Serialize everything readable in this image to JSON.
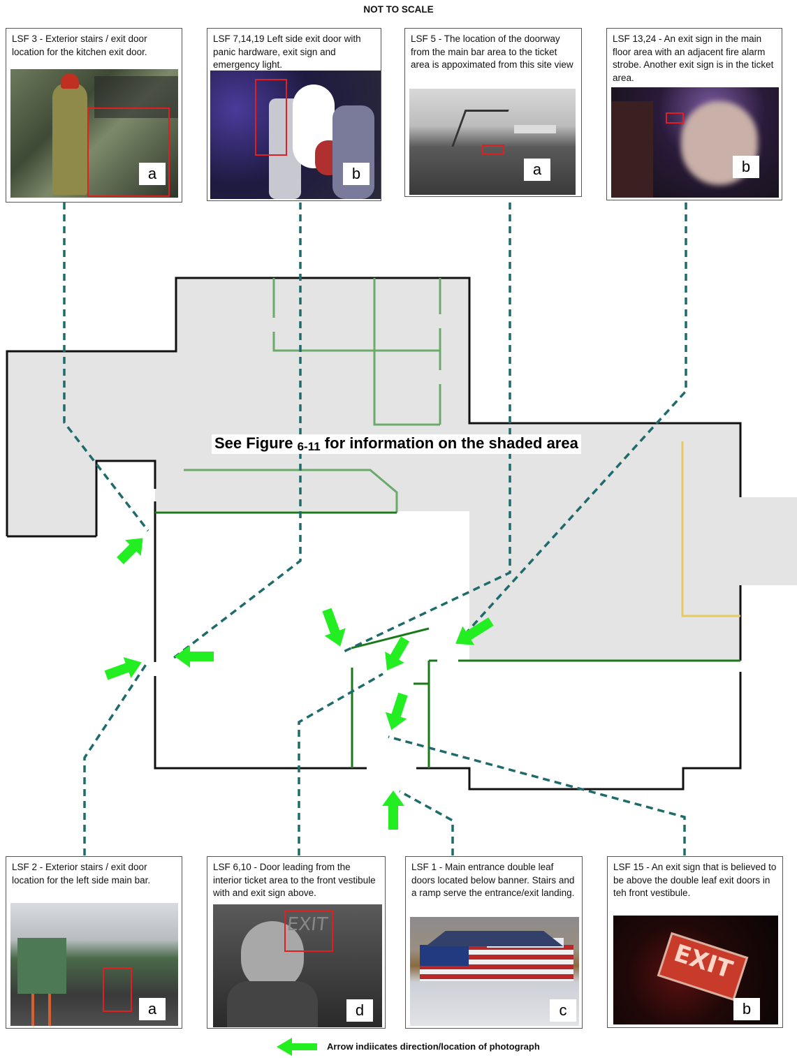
{
  "title": "NOT TO SCALE",
  "banner": {
    "prefix": "See Figure ",
    "figure_number": "6-11",
    "suffix": "  for information on the shaded area"
  },
  "legend": {
    "text": "Arrow indiicates direction/location of photograph"
  },
  "colors": {
    "arrow": "#22ee22",
    "leader": "#1f6b6b",
    "shade": "#e4e4e4",
    "wall": "#111111",
    "partition_dark": "#1a7a1a",
    "partition_light": "#6aaa6a",
    "partition_yellow": "#e8c860",
    "photo_box": "#e02020"
  },
  "cards": [
    {
      "id": "lsf3",
      "caption": "LSF 3 - Exterior stairs / exit door location for the kitchen exit door.",
      "letter": "a",
      "scene": "kitchen-exit-photo"
    },
    {
      "id": "lsf7",
      "caption": "LSF 7,14,19 Left side exit door with panic hardware, exit sign and emergency light.",
      "letter": "b",
      "scene": "left-exit-door-photo"
    },
    {
      "id": "lsf5",
      "caption": "LSF 5 - The location of the doorway from the main bar area to the ticket area is appoximated from this site view",
      "letter": "a",
      "scene": "site-view-photo"
    },
    {
      "id": "lsf13",
      "caption": "LSF 13,24 - An exit sign in the main floor area with an adjacent fire alarm strobe.  Another exit sign is in the ticket area.",
      "letter": "b",
      "scene": "main-floor-exit-sign-photo"
    },
    {
      "id": "lsf2",
      "caption": "LSF 2 - Exterior stairs / exit door location for the left side main bar.",
      "letter": "a",
      "scene": "left-bar-exit-photo"
    },
    {
      "id": "lsf6",
      "caption": "LSF 6,10 - Door leading from the interior ticket area to the front vestibule with and exit sign above.",
      "letter": "d",
      "scene": "ticket-area-door-photo"
    },
    {
      "id": "lsf1",
      "caption": "LSF 1 - Main entrance double leaf doors located below banner. Stairs and a ramp serve the entrance/exit landing.",
      "letter": "c",
      "scene": "main-entrance-photo"
    },
    {
      "id": "lsf15",
      "caption": "LSF 15 - An exit sign that is believed to be above the double leaf exit doors in teh front vestibule.",
      "letter": "b",
      "scene": "vestibule-exit-sign-photo"
    }
  ],
  "photo_text": {
    "exit_sign": "EXIT"
  }
}
